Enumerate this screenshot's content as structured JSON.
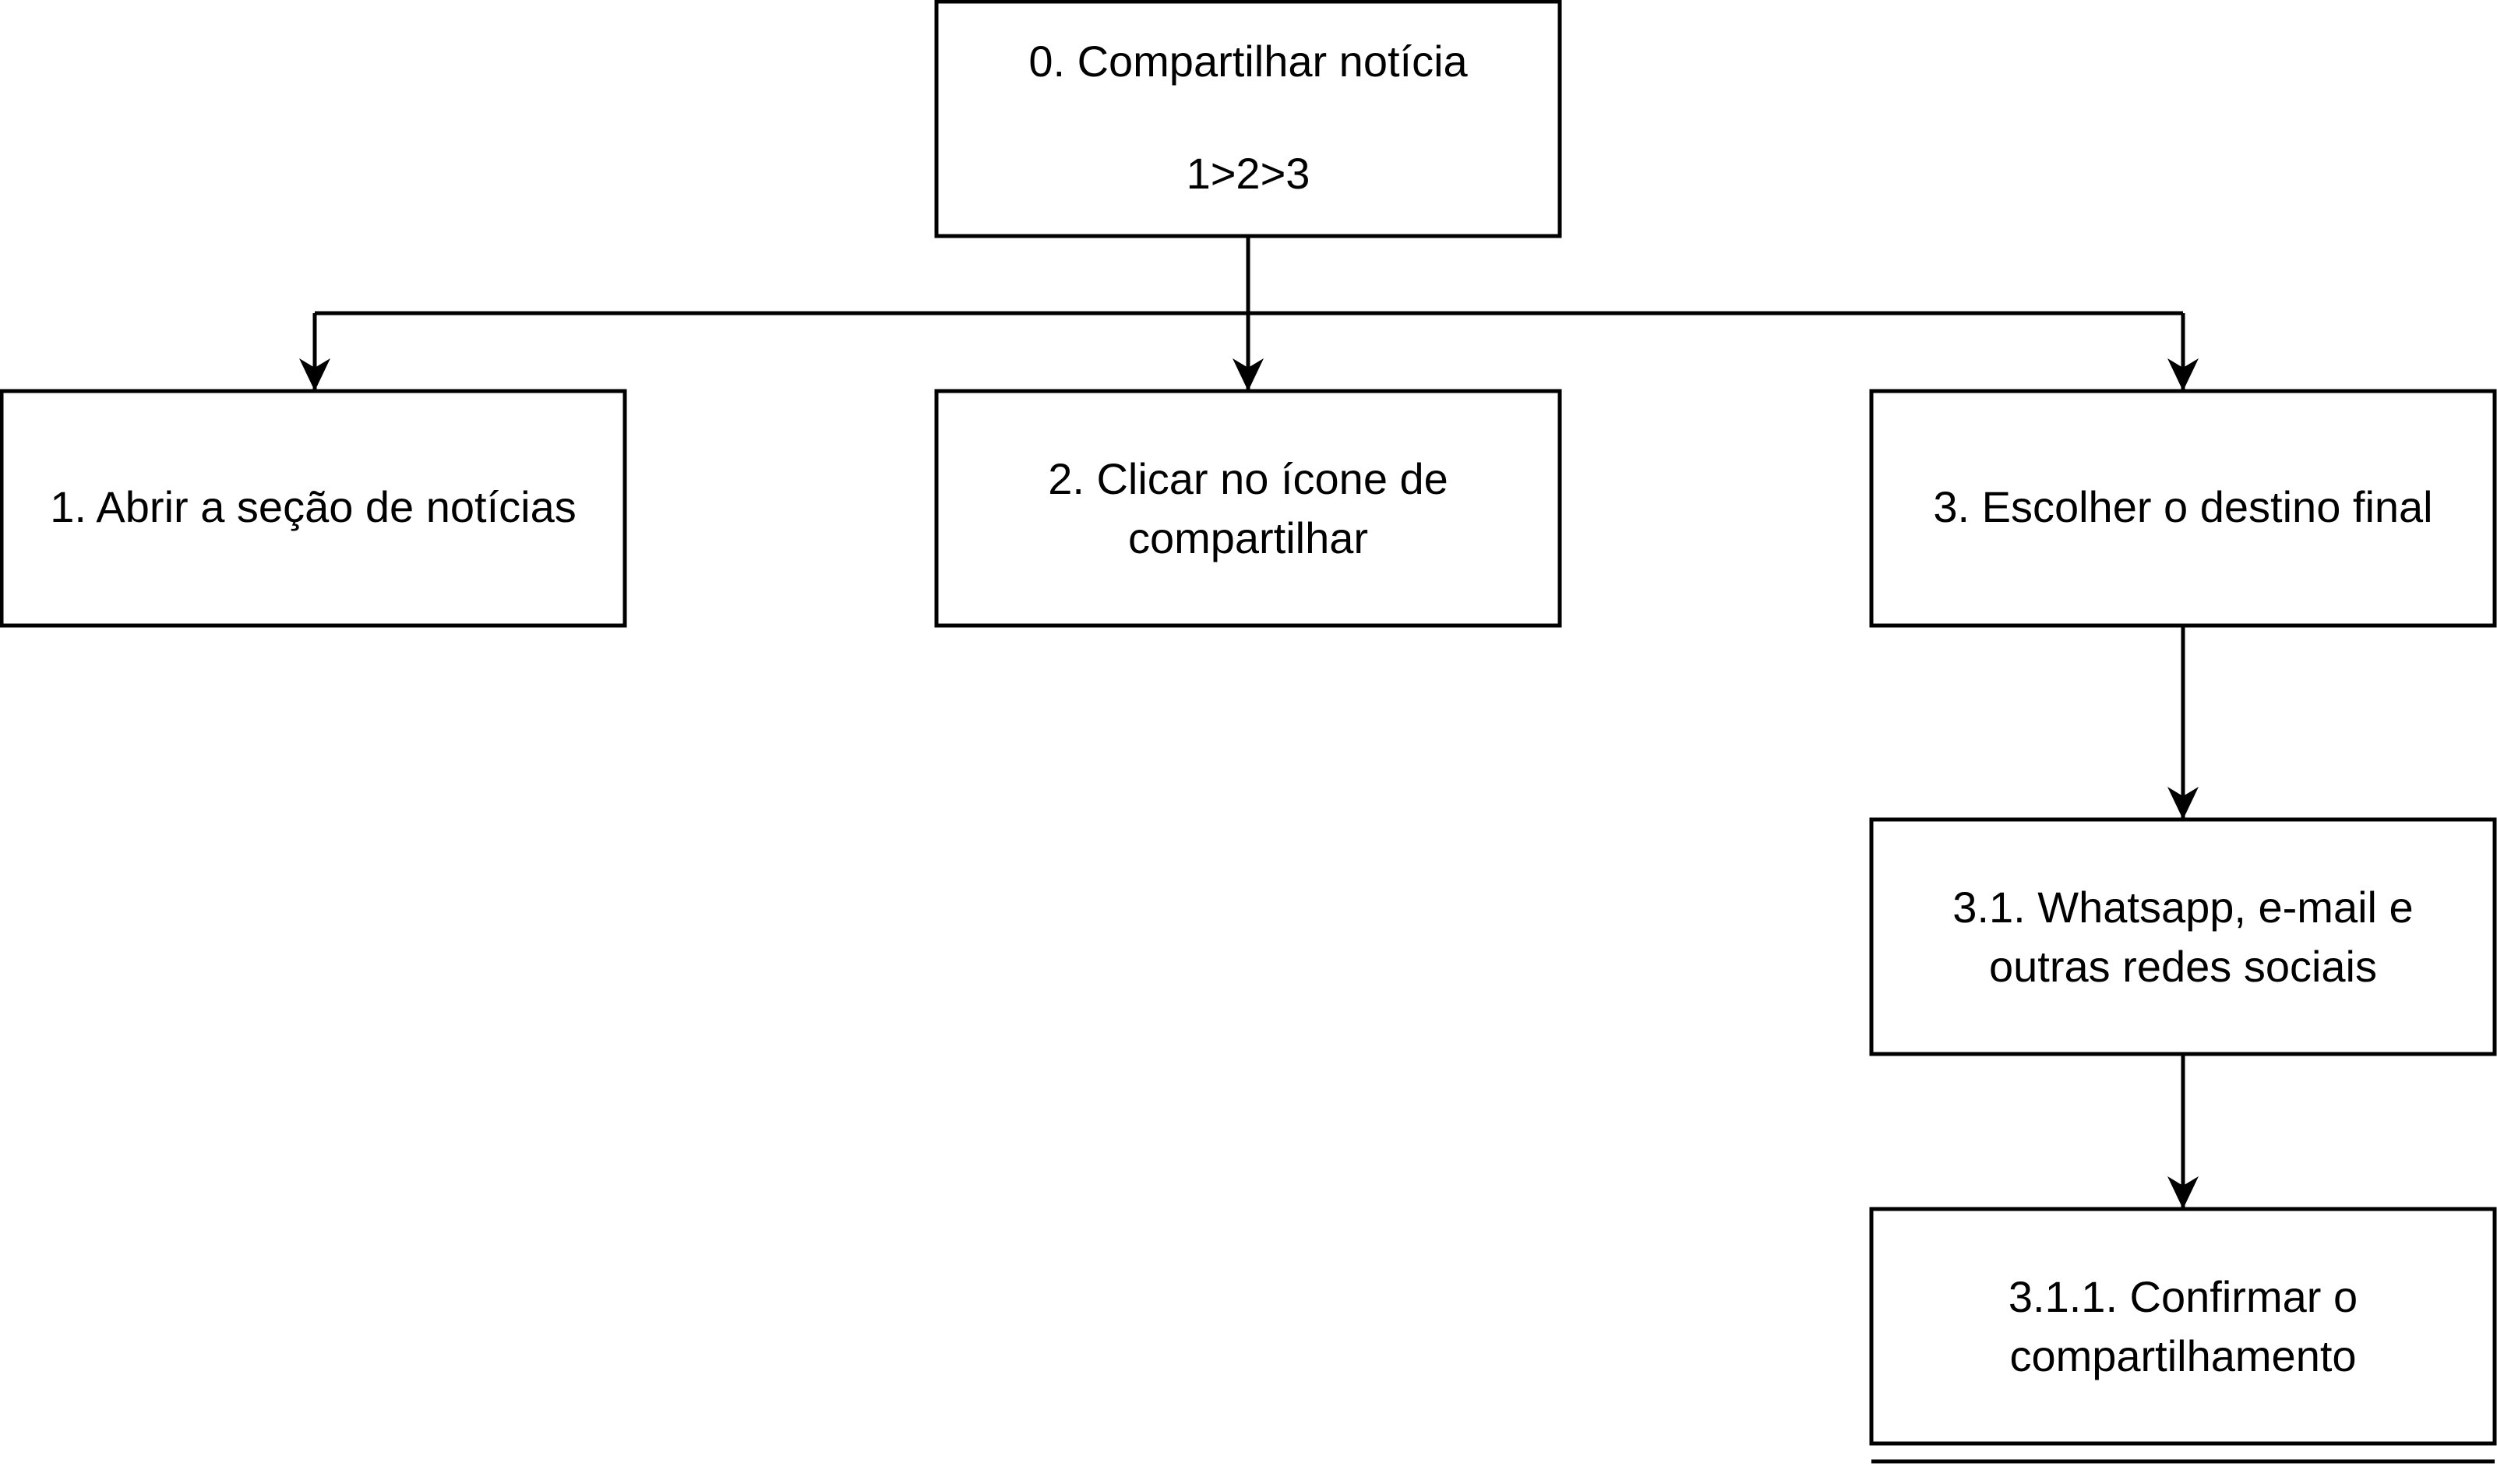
{
  "diagram": {
    "nodes": {
      "root": {
        "lines": [
          "0. Compartilhar notícia",
          "1>2>3"
        ]
      },
      "step1": {
        "lines": [
          "1. Abrir a seção de notícias"
        ]
      },
      "step2": {
        "lines": [
          "2. Clicar no ícone de",
          "compartilhar"
        ]
      },
      "step3": {
        "lines": [
          "3. Escolher o destino final"
        ]
      },
      "step3_1": {
        "lines": [
          "3.1. Whatsapp, e-mail e",
          "outras redes sociais"
        ]
      },
      "step3_1_1": {
        "lines": [
          "3.1.1. Confirmar o",
          "compartilhamento"
        ]
      }
    },
    "colors": {
      "stroke": "#000000",
      "fill": "#ffffff",
      "text": "#000000"
    }
  }
}
